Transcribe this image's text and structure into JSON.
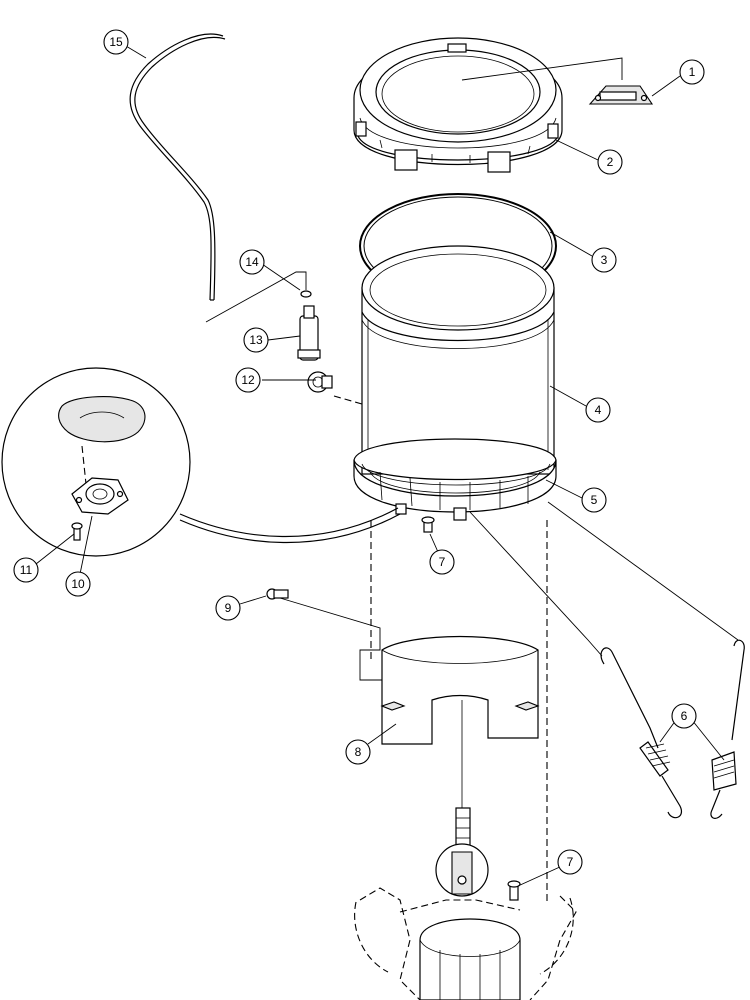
{
  "diagram": {
    "callouts": [
      {
        "id": "c1",
        "label": "1"
      },
      {
        "id": "c2",
        "label": "2"
      },
      {
        "id": "c3",
        "label": "3"
      },
      {
        "id": "c4",
        "label": "4"
      },
      {
        "id": "c5",
        "label": "5"
      },
      {
        "id": "c6",
        "label": "6"
      },
      {
        "id": "c7a",
        "label": "7"
      },
      {
        "id": "c7b",
        "label": "7"
      },
      {
        "id": "c8",
        "label": "8"
      },
      {
        "id": "c9",
        "label": "9"
      },
      {
        "id": "c10",
        "label": "10"
      },
      {
        "id": "c11",
        "label": "11"
      },
      {
        "id": "c12",
        "label": "12"
      },
      {
        "id": "c13",
        "label": "13"
      },
      {
        "id": "c14",
        "label": "14"
      },
      {
        "id": "c15",
        "label": "15"
      }
    ]
  }
}
